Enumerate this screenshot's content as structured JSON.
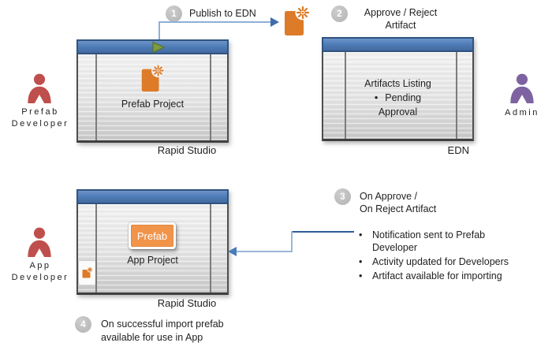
{
  "colors": {
    "titlebar_blue": "#4f81bd",
    "window_body_gray": "#e3e3e3",
    "actor_red": "#c0504d",
    "actor_purple": "#8064a2",
    "artifact_orange": "#dd7b28",
    "badge_gray": "#bfbfbf",
    "connector_light_blue": "#95b3d7",
    "connector_dark_blue": "#2f5c95",
    "play_green": "#7d9b42",
    "text": "#1f1f1f"
  },
  "steps": {
    "s1": {
      "num": "1",
      "label": "Publish to EDN"
    },
    "s2": {
      "num": "2",
      "line1": "Approve / Reject",
      "line2": "Artifact"
    },
    "s3": {
      "num": "3",
      "line1": "On Approve /",
      "line2": "On Reject Artifact"
    },
    "s4": {
      "num": "4",
      "line1": "On successful import prefab",
      "line2": "available for use in App"
    }
  },
  "actors": {
    "prefab_developer": {
      "line1": "Prefab",
      "line2": "Developer"
    },
    "admin": {
      "label": "Admin"
    },
    "app_developer": {
      "line1": "App",
      "line2": "Developer"
    }
  },
  "windows": {
    "prefab": {
      "label": "Prefab Project",
      "caption": "Rapid Studio"
    },
    "edn": {
      "title": "Artifacts Listing",
      "bullet": "Pending",
      "bullet_line2": "Approval",
      "caption": "EDN"
    },
    "app": {
      "button_label": "Prefab",
      "label": "App Project",
      "caption": "Rapid Studio"
    }
  },
  "notes": {
    "bullets": [
      "Notification sent to Prefab Developer",
      "Activity updated for Developers",
      "Artifact available for importing"
    ]
  }
}
